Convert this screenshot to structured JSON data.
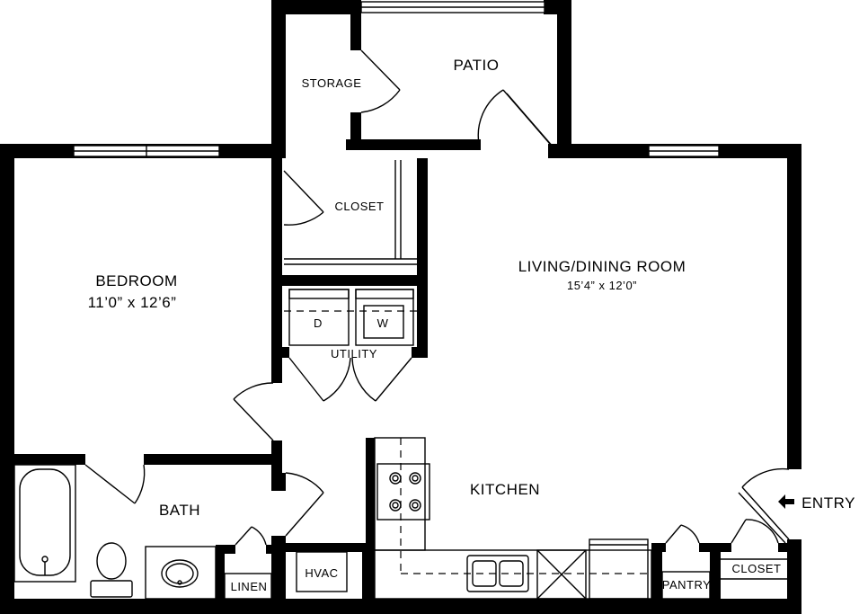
{
  "rooms": {
    "patio": "PATIO",
    "storage": "STORAGE",
    "closet_bedroom": "CLOSET",
    "bedroom": "BEDROOM",
    "bedroom_dims": "11’0” x 12’6”",
    "living": "LIVING/DINING ROOM",
    "living_dims": "15’4” x 12’0”",
    "utility": "UTILITY",
    "dryer": "D",
    "washer": "W",
    "kitchen": "KITCHEN",
    "bath": "BATH",
    "linen": "LINEN",
    "hvac": "HVAC",
    "pantry": "PANTRY",
    "closet_entry": "CLOSET",
    "entry": "ENTRY"
  },
  "icons": {
    "entry_arrow": "arrow-left-icon"
  },
  "colors": {
    "wall": "#000000",
    "background": "#ffffff"
  }
}
